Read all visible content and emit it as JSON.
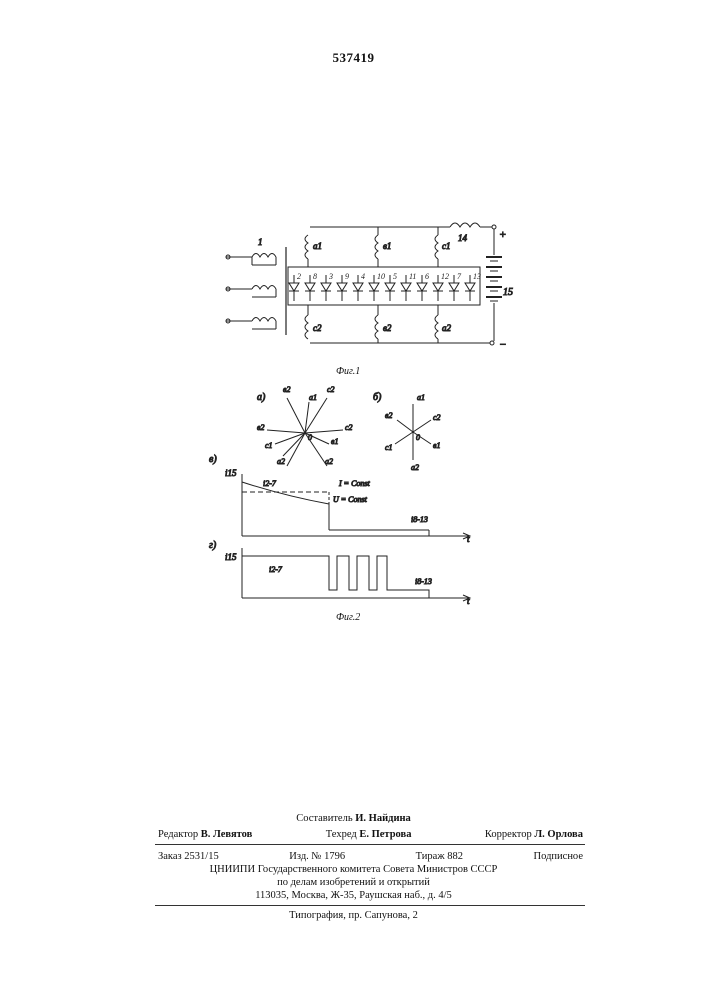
{
  "patent_number": "537419",
  "fig1": {
    "caption": "Фиг.1",
    "transformer_label": "1",
    "inductor_label": "14",
    "battery_label": "15",
    "plus": "+",
    "minus": "−",
    "top_phase_labels": [
      "a1",
      "в1",
      "c1"
    ],
    "bottom_phase_labels": [
      "c2",
      "в2",
      "a2"
    ],
    "diode_labels": [
      "2",
      "8",
      "3",
      "9",
      "4",
      "10",
      "5",
      "11",
      "6",
      "12",
      "7",
      "13"
    ]
  },
  "fig2": {
    "caption": "Фиг.2",
    "panel_a": "а)",
    "panel_b": "б)",
    "panel_v": "в)",
    "panel_g": "г)",
    "star_a_labels": [
      "в2",
      "c2",
      "a1",
      "в2",
      "c2",
      "c1",
      "в1",
      "a2",
      "a2",
      "0"
    ],
    "star_b_labels": [
      "a1",
      "c2",
      "в2",
      "в1",
      "c1",
      "a2",
      "0"
    ],
    "graph_v": {
      "y_label": "i15",
      "x_label": "t",
      "curve_label": "i2-7",
      "dashed_label": "I = Const",
      "solid_label": "U = Const",
      "tail_label": "i8-13"
    },
    "graph_g": {
      "y_label": "i15",
      "x_label": "t",
      "curve_label": "i2-7",
      "tail_label": "i8-13"
    }
  },
  "imprint": {
    "compiler_label": "Составитель",
    "compiler_name": "И. Найдина",
    "editor_label": "Редактор",
    "editor_name": "В. Левятов",
    "techred_label": "Техред",
    "techred_name": "Е. Петрова",
    "corrector_label": "Корректор",
    "corrector_name": "Л. Орлова",
    "order": "Заказ 2531/15",
    "edition": "Изд. № 1796",
    "print_run": "Тираж 882",
    "subscription": "Подписное",
    "org_line1": "ЦНИИПИ Государственного комитета Совета Министров СССР",
    "org_line2": "по делам изобретений и открытий",
    "org_line3": "113035, Москва, Ж-35, Раушская наб., д. 4/5",
    "printer": "Типография, пр. Сапунова, 2"
  }
}
